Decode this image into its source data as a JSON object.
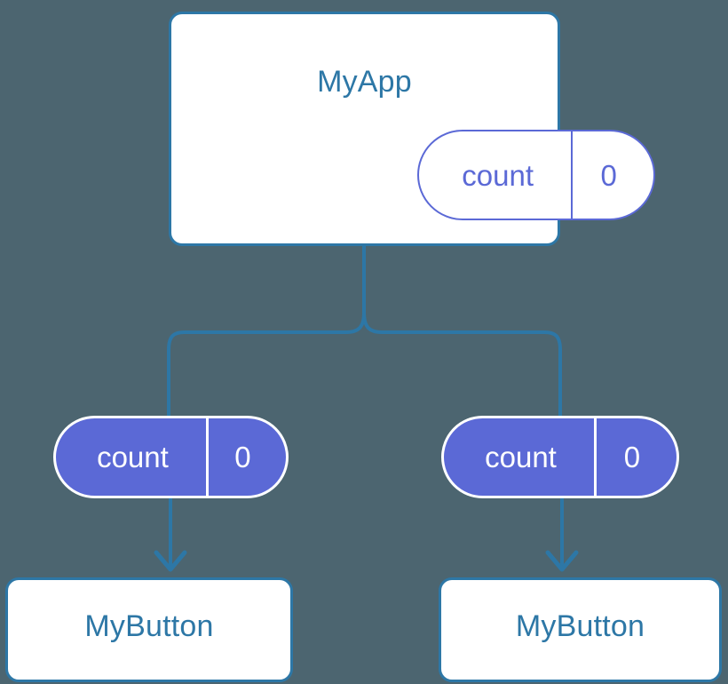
{
  "diagram": {
    "type": "component-state-tree",
    "background_color": "#4c6570",
    "accent_box_color": "#2d77a6",
    "accent_state_color": "#5b69d6",
    "connector_color": "#2d77a6"
  },
  "root": {
    "name": "MyApp",
    "state": {
      "key": "count",
      "value": "0"
    }
  },
  "props": [
    {
      "key": "count",
      "value": "0"
    },
    {
      "key": "count",
      "value": "0"
    }
  ],
  "children": [
    {
      "name": "MyButton"
    },
    {
      "name": "MyButton"
    }
  ]
}
